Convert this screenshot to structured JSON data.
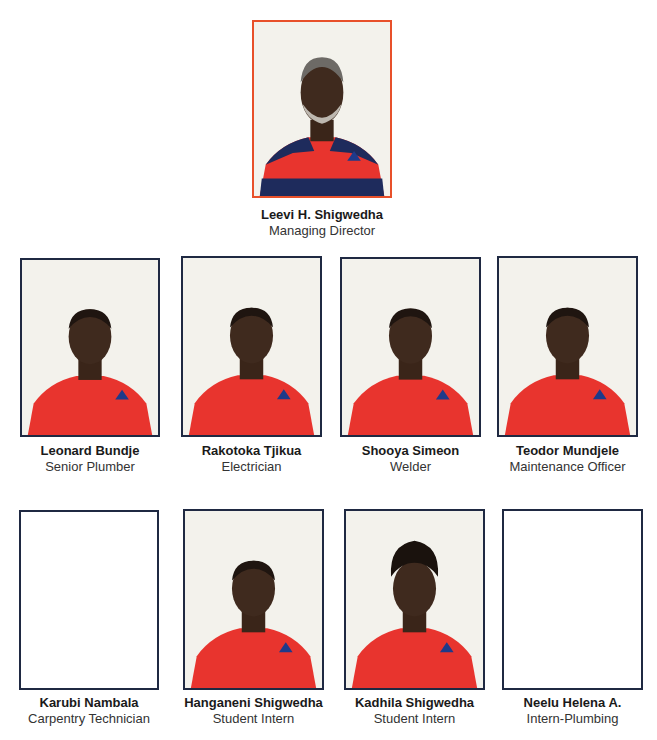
{
  "diagram": {
    "nodes": [
      {
        "text": [
          "Leevi H. Shigwedha",
          "Managing Director"
        ]
      },
      {
        "text": [
          "Leonard Bundje",
          "Senior Plumber"
        ]
      },
      {
        "text": [
          "Rakotoka Tjikua",
          "Electrician"
        ]
      },
      {
        "text": [
          "Shooya Simeon",
          "Welder"
        ]
      },
      {
        "text": [
          "Teodor Mundjele",
          "Maintenance Officer"
        ]
      },
      {
        "text": [
          "Karubi Nambala",
          "Carpentry Technician"
        ]
      },
      {
        "text": [
          "Hanganeni Shigwedha",
          "Student Intern"
        ]
      },
      {
        "text": [
          "Kadhila Shigwedha",
          "Student Intern"
        ]
      },
      {
        "text": [
          "Neelu Helena A.",
          "Intern-Plumbing"
        ]
      }
    ]
  }
}
